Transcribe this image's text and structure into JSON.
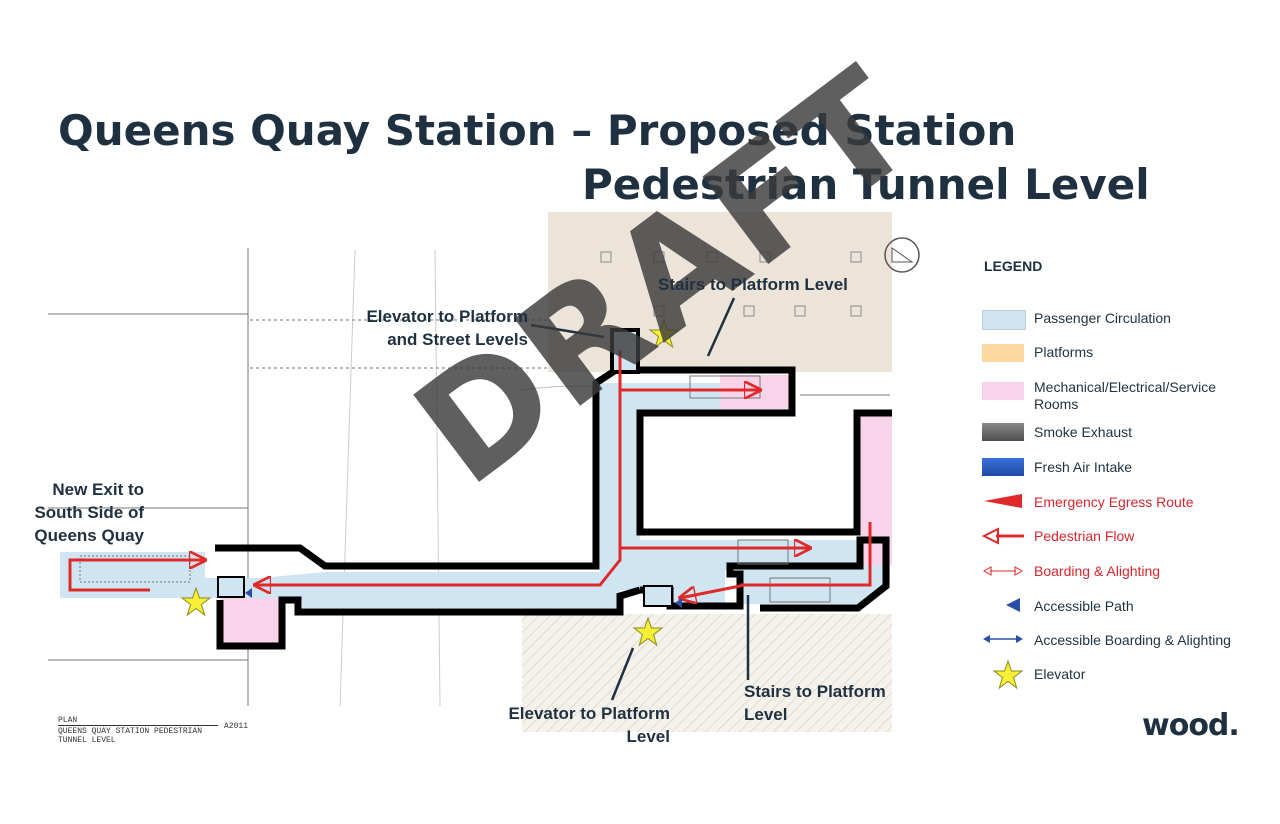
{
  "title": {
    "line1": "Queens Quay Station – Proposed Station",
    "line2": "Pedestrian Tunnel Level"
  },
  "watermark": "DRAFT",
  "callouts": {
    "new_exit": [
      "New Exit to",
      "South Side of",
      "Queens Quay"
    ],
    "elevator_top": [
      "Elevator to Platform",
      "and Street Levels"
    ],
    "stairs_top": "Stairs to Platform Level",
    "elevator_bottom": [
      "Elevator to Platform",
      "Level"
    ],
    "stairs_bottom": [
      "Stairs to Platform",
      "Level"
    ]
  },
  "plan_caption": {
    "line1": "PLAN",
    "line2": "QUEENS QUAY STATION PEDESTRIAN TUNNEL LEVEL",
    "ref": "A2011"
  },
  "legend": {
    "title": "LEGEND",
    "items": [
      {
        "label": "Passenger Circulation",
        "color": "#cfe6f2"
      },
      {
        "label": "Platforms",
        "color": "#fbd9a0"
      },
      {
        "label": "Mechanical/Electrical/Service Rooms",
        "color": "#f7d4ea"
      },
      {
        "label": "Smoke Exhaust",
        "color": "#6d6d6d"
      },
      {
        "label": "Fresh Air Intake",
        "color": "#2f63c9"
      },
      {
        "label": "Emergency Egress Route",
        "color": "#e02a2a"
      },
      {
        "label": "Pedestrian  Flow",
        "color": "#e02a2a"
      },
      {
        "label": "Boarding & Alighting",
        "color": "#e02a2a"
      },
      {
        "label": "Accessible Path",
        "color": "#2a4ea8"
      },
      {
        "label": "Accessible Boarding & Alighting",
        "color": "#2a4ea8"
      },
      {
        "label": "Elevator",
        "color": "#f7ef36"
      }
    ]
  },
  "logos": {
    "wood": "wood."
  },
  "colors": {
    "circulation": "#cfe6f2",
    "service_rooms": "#f7d4ea",
    "egress": "#e02a2a",
    "accessible": "#2a4ea8",
    "elevator_star": "#f7ef36",
    "title": "#1f3141",
    "ttc_red": "#d9262e"
  }
}
